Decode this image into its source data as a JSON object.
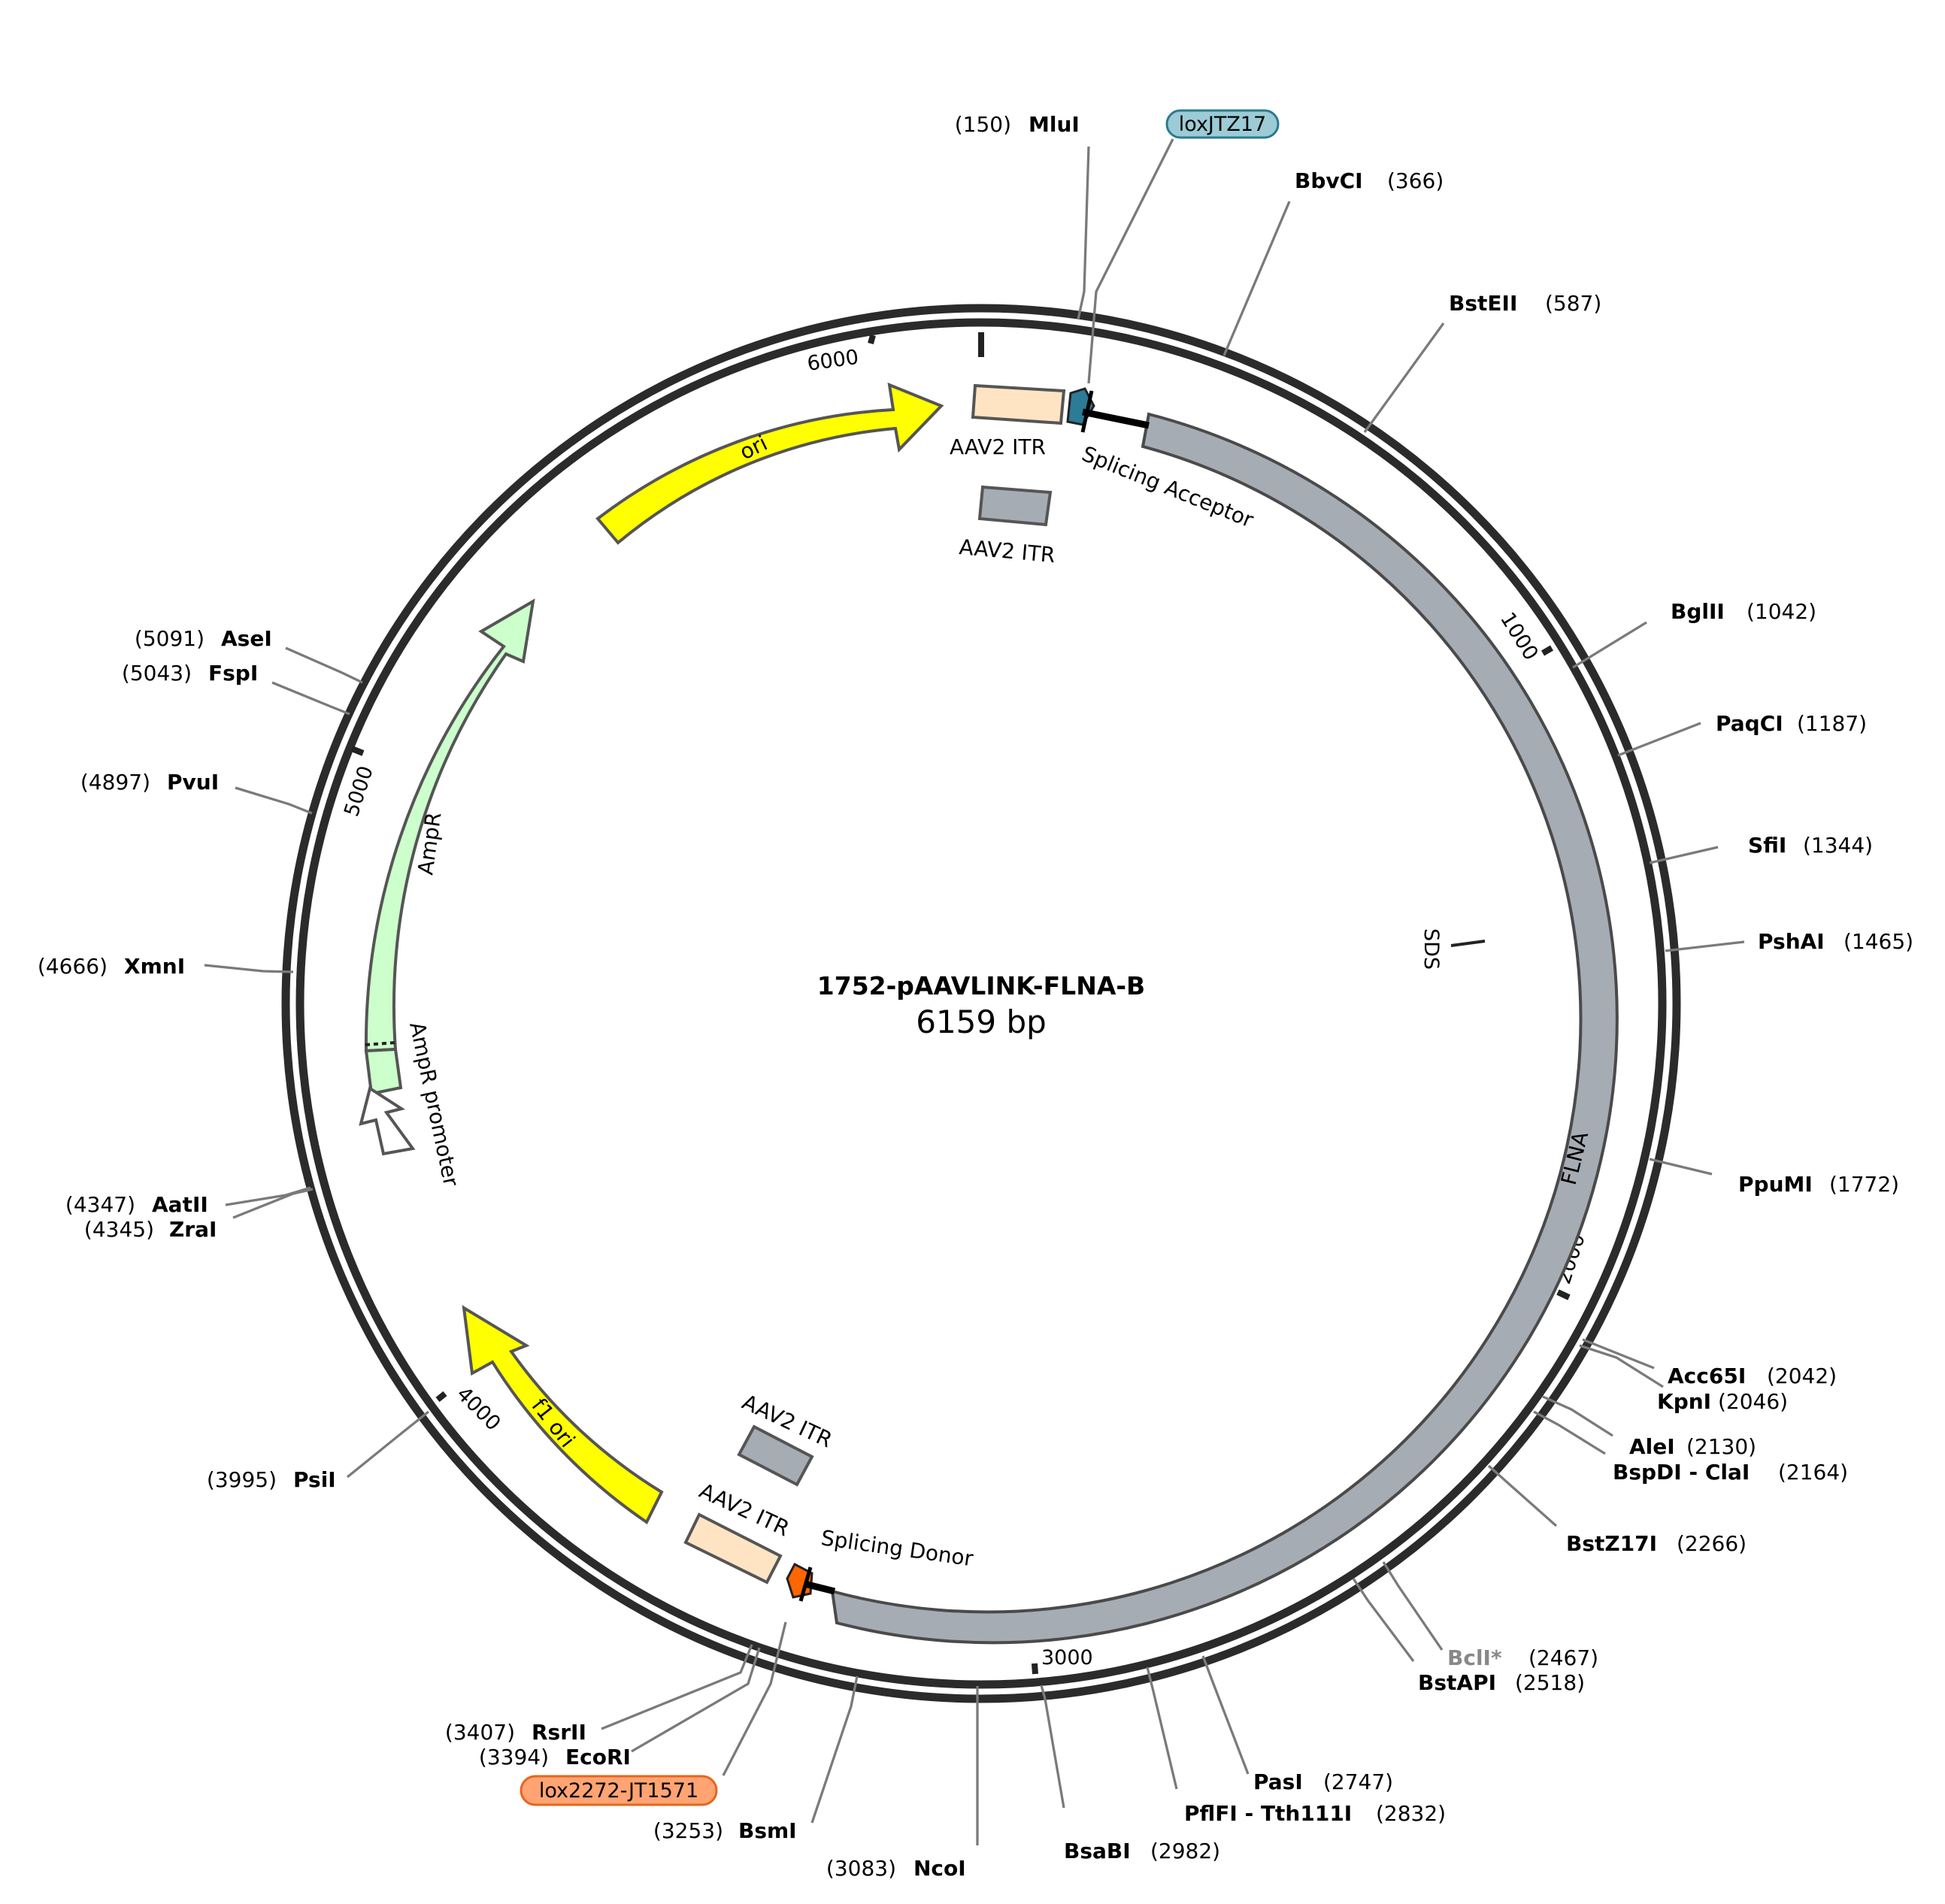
{
  "plasmid": {
    "name": "1752-pAAVLINK-FLNA-B",
    "size_label": "6159 bp",
    "length_bp": 6159
  },
  "ruler": {
    "ticks": [
      "1000",
      "2000",
      "3000",
      "4000",
      "5000",
      "6000"
    ]
  },
  "features": [
    {
      "id": "ori",
      "label": "ori",
      "color": "#ffff00"
    },
    {
      "id": "ampr",
      "label": "AmpR",
      "color": "#ccffcc"
    },
    {
      "id": "ampr-promoter",
      "label": "AmpR promoter",
      "color": "#ffffff"
    },
    {
      "id": "f1-ori",
      "label": "f1 ori",
      "color": "#ffff00"
    },
    {
      "id": "flna",
      "label": "FLNA",
      "color": "#a6acb3"
    },
    {
      "id": "aav2-itr-1",
      "label": "AAV2 ITR",
      "color": "#ffe4c4"
    },
    {
      "id": "aav2-itr-2",
      "label": "AAV2 ITR",
      "color": "#a6acb3"
    },
    {
      "id": "aav2-itr-3",
      "label": "AAV2 ITR",
      "color": "#a6acb3"
    },
    {
      "id": "aav2-itr-4",
      "label": "AAV2 ITR",
      "color": "#ffe4c4"
    },
    {
      "id": "splicing-acceptor",
      "label": "Splicing Acceptor",
      "color": "#000000"
    },
    {
      "id": "splicing-donor",
      "label": "Splicing Donor",
      "color": "#000000"
    },
    {
      "id": "sds",
      "label": "SDS",
      "color": "#000000"
    }
  ],
  "site_labels": [
    {
      "id": "loxjtz17",
      "label": "loxJTZ17",
      "color": "#9ccbd6",
      "border": "#2a7a92"
    },
    {
      "id": "lox2272",
      "label": "lox2272-JT1571",
      "color": "#ffa472",
      "border": "#e8651c"
    }
  ],
  "sites": [
    {
      "id": "mlui",
      "name": "MluI",
      "pos": "(150)"
    },
    {
      "id": "bbvci",
      "name": "BbvCI",
      "pos": "(366)"
    },
    {
      "id": "bsteii",
      "name": "BstEII",
      "pos": "(587)"
    },
    {
      "id": "bglii",
      "name": "BglII",
      "pos": "(1042)"
    },
    {
      "id": "paqci",
      "name": "PaqCI",
      "pos": "(1187)"
    },
    {
      "id": "sfii",
      "name": "SfiI",
      "pos": "(1344)"
    },
    {
      "id": "pshai",
      "name": "PshAI",
      "pos": "(1465)"
    },
    {
      "id": "ppumi",
      "name": "PpuMI",
      "pos": "(1772)"
    },
    {
      "id": "acc65i",
      "name": "Acc65I",
      "pos": "(2042)"
    },
    {
      "id": "kpni",
      "name": "KpnI",
      "pos": "(2046)"
    },
    {
      "id": "alei",
      "name": "AleI",
      "pos": "(2130)"
    },
    {
      "id": "bspdi",
      "name": "BspDI - ClaI",
      "pos": "(2164)"
    },
    {
      "id": "bstz17i",
      "name": "BstZ17I",
      "pos": "(2266)"
    },
    {
      "id": "bcli",
      "name": "BclI*",
      "pos": "(2467)"
    },
    {
      "id": "bstapi",
      "name": "BstAPI",
      "pos": "(2518)"
    },
    {
      "id": "pasi",
      "name": "PasI",
      "pos": "(2747)"
    },
    {
      "id": "pflfi",
      "name": "PflFI - Tth111I",
      "pos": "(2832)"
    },
    {
      "id": "bsabi",
      "name": "BsaBI",
      "pos": "(2982)"
    },
    {
      "id": "ncoi",
      "name": "NcoI",
      "pos": "(3083)"
    },
    {
      "id": "bsmi",
      "name": "BsmI",
      "pos": "(3253)"
    },
    {
      "id": "ecori",
      "name": "EcoRI",
      "pos": "(3394)"
    },
    {
      "id": "rsrii",
      "name": "RsrII",
      "pos": "(3407)"
    },
    {
      "id": "psii",
      "name": "PsiI",
      "pos": "(3995)"
    },
    {
      "id": "zrai",
      "name": "ZraI",
      "pos": "(4345)"
    },
    {
      "id": "aatii",
      "name": "AatII",
      "pos": "(4347)"
    },
    {
      "id": "xmni",
      "name": "XmnI",
      "pos": "(4666)"
    },
    {
      "id": "pvui",
      "name": "PvuI",
      "pos": "(4897)"
    },
    {
      "id": "fspi",
      "name": "FspI",
      "pos": "(5043)"
    },
    {
      "id": "asei",
      "name": "AseI",
      "pos": "(5091)"
    }
  ]
}
